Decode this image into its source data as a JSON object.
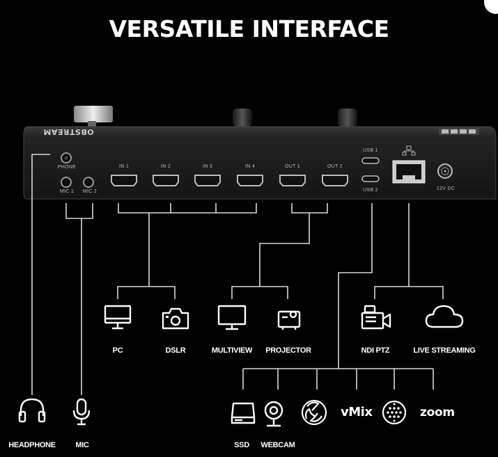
{
  "header": {
    "title": "VERSATILE INTERFACE"
  },
  "device": {
    "brand_mark": "OBSTREAM",
    "ports": {
      "phone": "PHONE",
      "mic1": "MIC 1",
      "mic2": "MIC 2",
      "in1": "IN 1",
      "in2": "IN 2",
      "in3": "IN 3",
      "in4": "IN 4",
      "out1": "OUT 1",
      "out2": "OUT 2",
      "usb1": "USB 1",
      "usb2": "USB 2",
      "dc": "12V DC"
    }
  },
  "labels": {
    "pc": "PC",
    "dslr": "DSLR",
    "multiview": "MULTIVIEW",
    "projector": "PROJECTOR",
    "ndi": "NDI PTZ",
    "live": "LIVE STREAMING",
    "headphone": "HEADPHONE",
    "mic": "MIC",
    "ssd": "SSD",
    "webcam": "WEBCAM",
    "vmix": "vMix",
    "zoom": "zoom"
  },
  "icons": [
    "monitor-icon",
    "camera-icon",
    "monitor-icon",
    "projector-icon",
    "ptz-camera-icon",
    "cloud-icon",
    "headphone-icon",
    "microphone-icon",
    "ssd-icon",
    "webcam-icon",
    "obs-icon",
    "wirecast-icon"
  ]
}
